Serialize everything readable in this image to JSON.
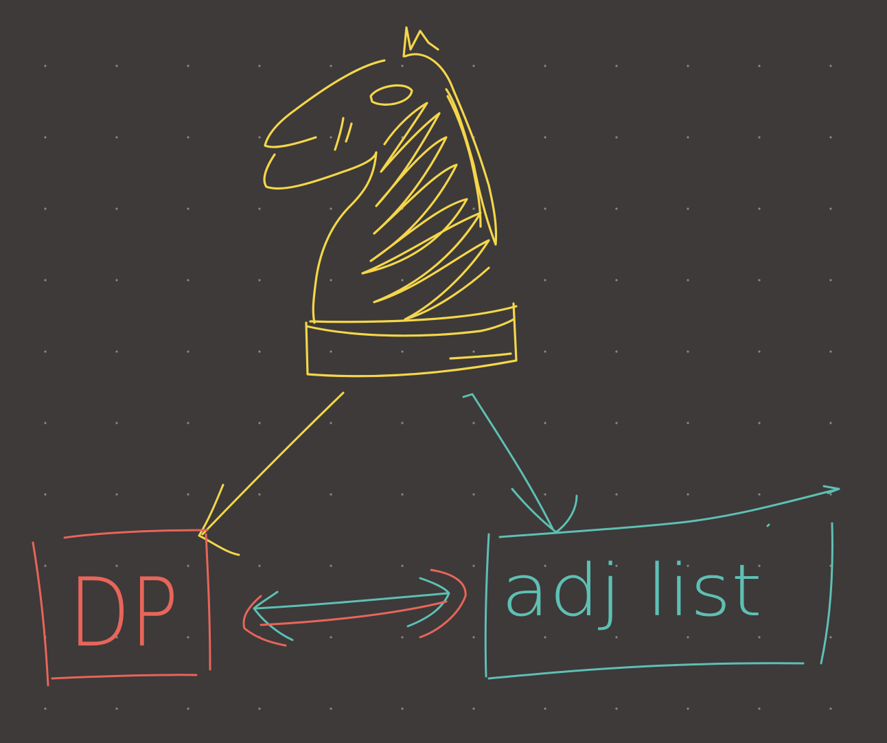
{
  "colors": {
    "background": "#3d3a39",
    "grid_dot": "#8a8684",
    "knight": "#f5d64a",
    "dp": "#e8655a",
    "adj_list": "#5ec0b4"
  },
  "nodes": {
    "knight": {
      "icon": "chess-knight-icon"
    },
    "dp": {
      "label": "DP"
    },
    "adj_list": {
      "label": "adj list"
    }
  },
  "edges": [
    {
      "from": "knight",
      "to": "dp",
      "color": "knight"
    },
    {
      "from": "knight",
      "to": "adj_list",
      "color": "adj_list"
    },
    {
      "from": "dp",
      "to": "adj_list",
      "color": "adj_list",
      "bidirectional": true
    },
    {
      "from": "adj_list",
      "to": "dp",
      "color": "dp",
      "bidirectional": true
    }
  ]
}
